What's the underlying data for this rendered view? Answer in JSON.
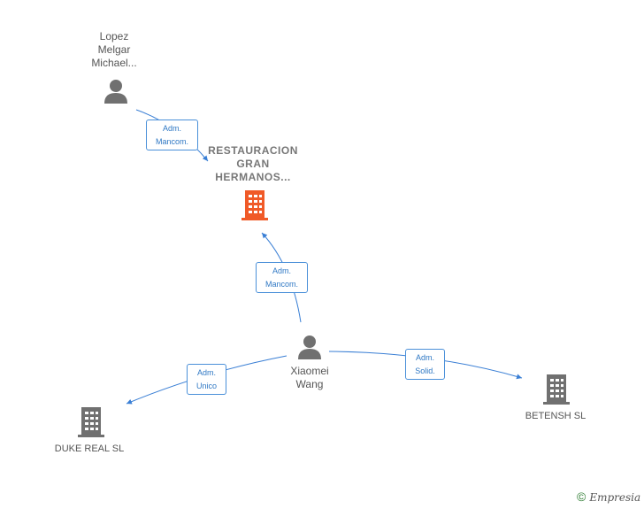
{
  "nodes": {
    "lopez": {
      "lines": [
        "Lopez",
        "Melgar",
        "Michael..."
      ]
    },
    "restauracion": {
      "lines": [
        "RESTAURACION",
        "GRAN",
        "HERMANOS..."
      ]
    },
    "xiaomei": {
      "lines": [
        "Xiaomei",
        "Wang"
      ]
    },
    "duke": {
      "label": "DUKE REAL SL"
    },
    "betensh": {
      "label": "BETENSH  SL"
    }
  },
  "edges": {
    "lopez_restauracion": {
      "l1": "Adm.",
      "l2": "Mancom."
    },
    "xiaomei_restauracion": {
      "l1": "Adm.",
      "l2": "Mancom."
    },
    "xiaomei_duke": {
      "l1": "Adm.",
      "l2": "Unico"
    },
    "xiaomei_betensh": {
      "l1": "Adm.",
      "l2": "Solid."
    }
  },
  "footer": {
    "copyright": "©",
    "brand": "Empresia"
  },
  "colors": {
    "edge": "#3a7fd5",
    "person": "#707070",
    "company": "#707070",
    "focus": "#f05a28"
  }
}
